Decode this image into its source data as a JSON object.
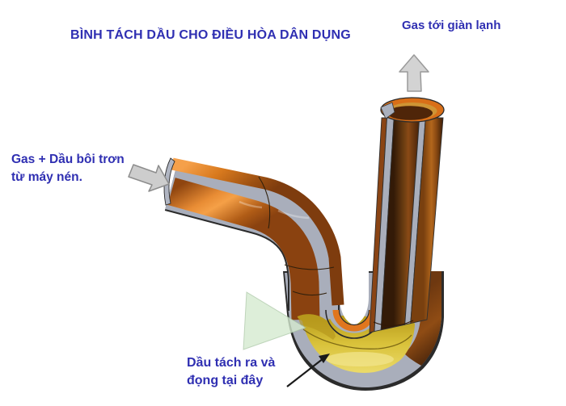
{
  "title": "BÌNH TÁCH DẦU CHO ĐIỀU HÒA DÂN DỤNG",
  "labels": {
    "outlet": "Gas tới giàn lạnh",
    "inlet_line1": "Gas + Dầu bôi trơn",
    "inlet_line2": "từ máy nén.",
    "oil_line1": "Dầu tách ra và",
    "oil_line2": "đọng tại đây"
  },
  "diagram": {
    "subject": "cutaway-oil-separator-tube",
    "icons": {
      "inlet_arrow": "inlet-arrow-right-icon",
      "outlet_arrow": "outlet-arrow-up-icon",
      "oil_pointer": "oil-pointer-arrow-icon",
      "separation_wedge": "green-indicator-wedge"
    }
  },
  "colors": {
    "label_blue": "#2f2fb2",
    "copper_bright": "#f0953e",
    "copper_mid": "#c06418",
    "copper_dark": "#5e2c0c",
    "steel_gray": "#a9aebb",
    "oil_yellow": "#e0ca4e",
    "oil_highlight": "#f2e58e",
    "arrow_gray": "#d0d0d0",
    "pointer_black": "#1a1a1a",
    "wedge_green": "#dcecd7",
    "background": "#ffffff"
  }
}
